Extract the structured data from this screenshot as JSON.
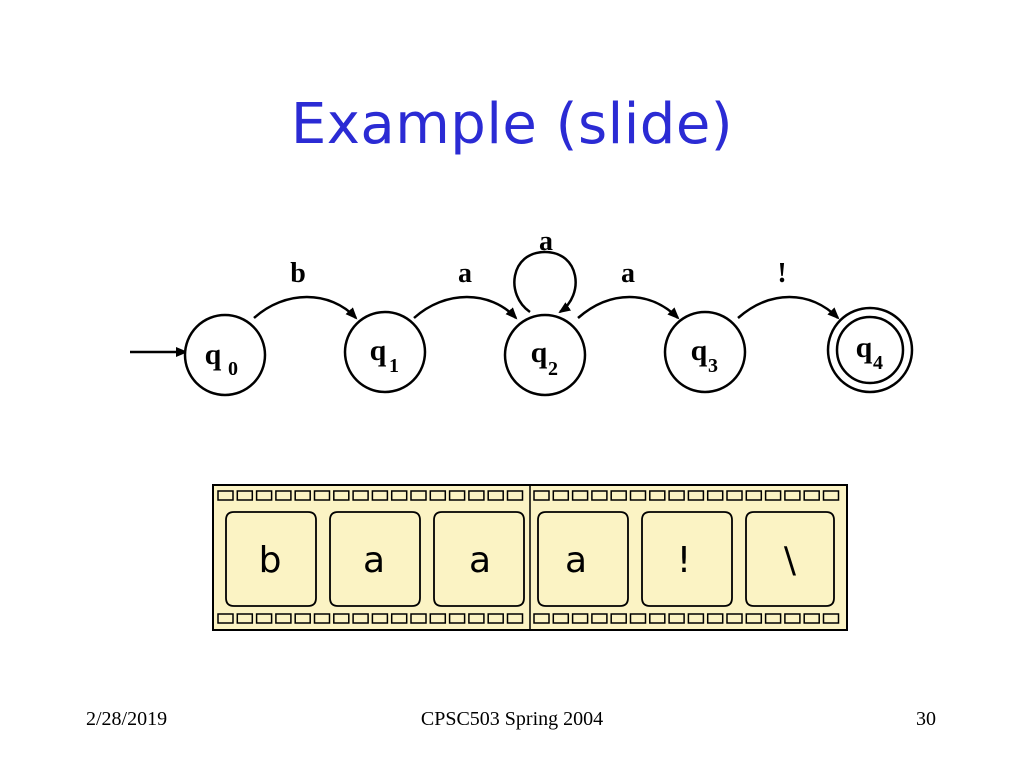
{
  "slide": {
    "title": "Example (slide)"
  },
  "automaton": {
    "states": [
      {
        "name": "q",
        "sub": "0",
        "accepting": false
      },
      {
        "name": "q",
        "sub": "1",
        "accepting": false
      },
      {
        "name": "q",
        "sub": "2",
        "accepting": false
      },
      {
        "name": "q",
        "sub": "3",
        "accepting": false
      },
      {
        "name": "q",
        "sub": "4",
        "accepting": true
      }
    ],
    "transitions": [
      {
        "label": "b"
      },
      {
        "label": "a"
      },
      {
        "label": "a"
      },
      {
        "label": "a"
      },
      {
        "label": "!"
      }
    ]
  },
  "tape": {
    "cells": [
      "b",
      "a",
      "a",
      "a",
      "!",
      "\\"
    ],
    "background": "#fbf3c4"
  },
  "footer": {
    "date": "2/28/2019",
    "course": "CPSC503 Spring 2004",
    "page": "30"
  },
  "colors": {
    "title": "#2b2bd4"
  }
}
